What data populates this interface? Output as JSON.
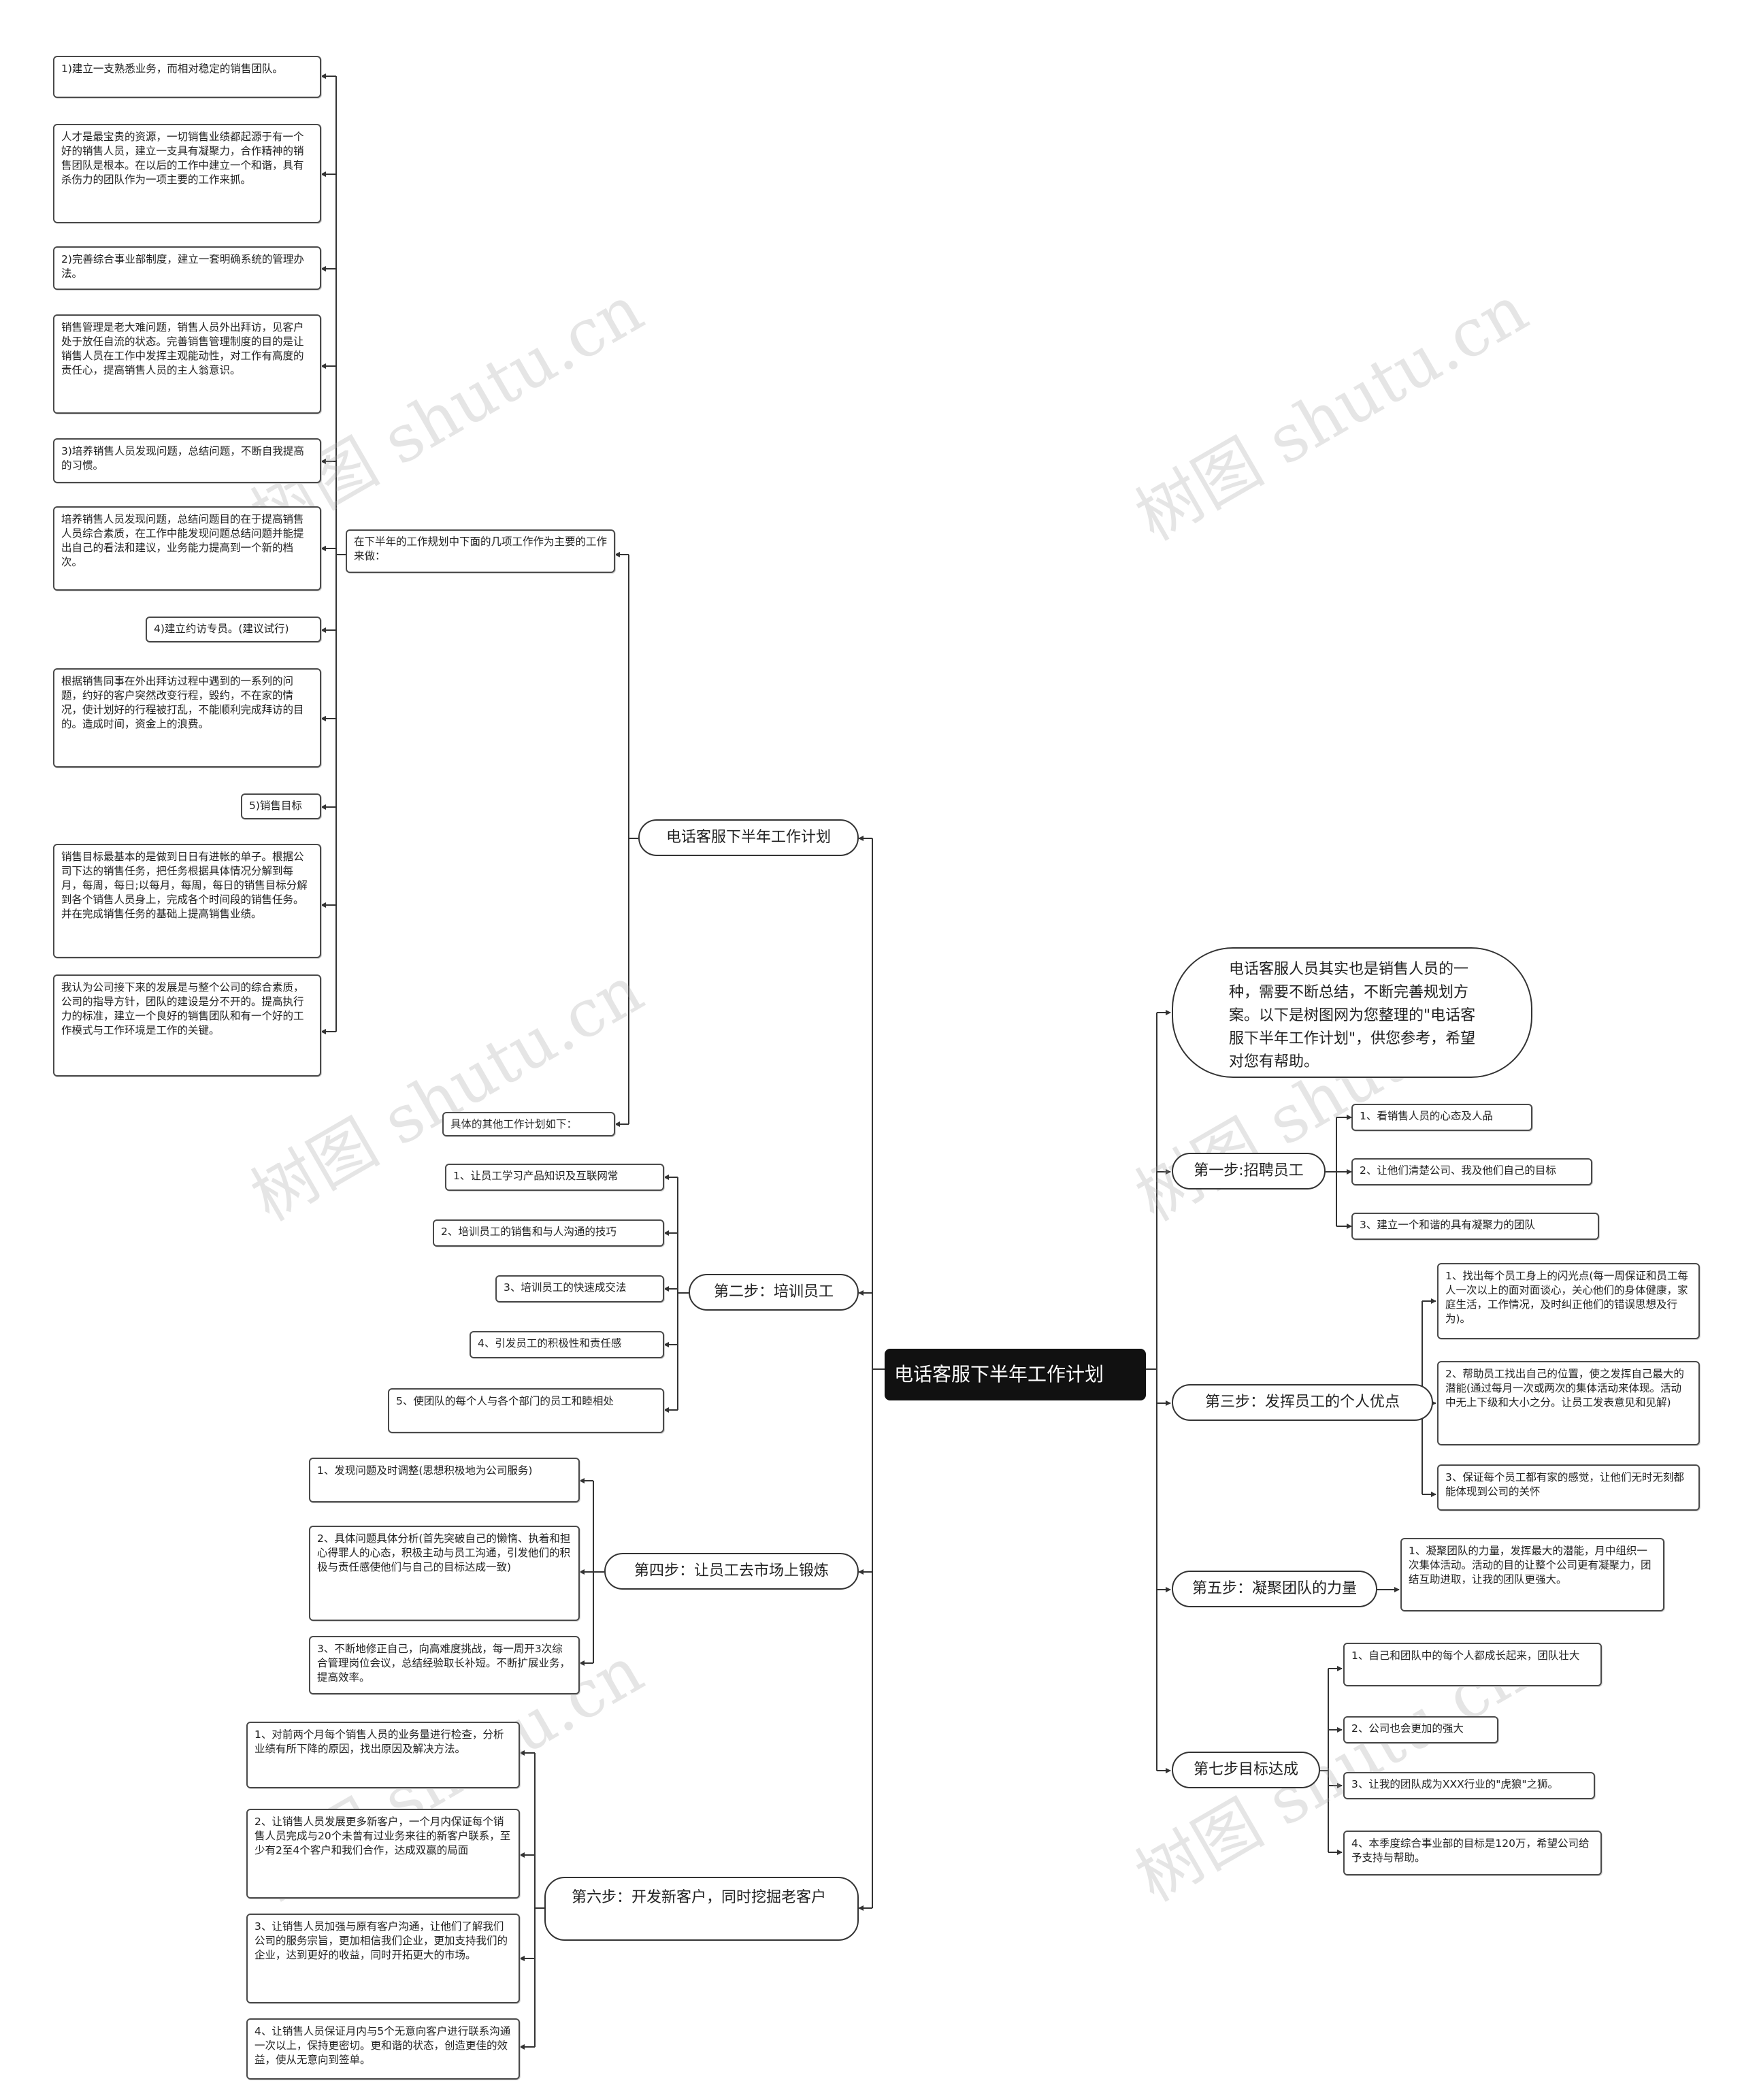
{
  "watermark": "树图 shutu.cn",
  "root": "电话客服下半年工作计划",
  "intro": "电话客服人员其实也是销售人员的一种，需要不断总结，不断完善规划方案。以下是树图网为您整理的\"电话客服下半年工作计划\"，供您参考，希望对您有帮助。",
  "plan": {
    "branch": "电话客服下半年工作计划",
    "sub1": "在下半年的工作规划中下面的几项工作作为主要的工作来做：",
    "sub2": "具体的其他工作计划如下：",
    "items": [
      "1)建立一支熟悉业务，而相对稳定的销售团队。",
      "人才是最宝贵的资源，一切销售业绩都起源于有一个好的销售人员，建立一支具有凝聚力，合作精神的销售团队是根本。在以后的工作中建立一个和谐，具有杀伤力的团队作为一项主要的工作来抓。",
      "2)完善综合事业部制度，建立一套明确系统的管理办法。",
      "销售管理是老大难问题，销售人员外出拜访，见客户处于放任自流的状态。完善销售管理制度的目的是让销售人员在工作中发挥主观能动性，对工作有高度的责任心，提高销售人员的主人翁意识。",
      "3)培养销售人员发现问题，总结问题，不断自我提高的习惯。",
      "培养销售人员发现问题，总结问题目的在于提高销售人员综合素质，在工作中能发现问题总结问题并能提出自己的看法和建议，业务能力提高到一个新的档次。",
      "4)建立约访专员。(建议试行)",
      "根据销售同事在外出拜访过程中遇到的一系列的问题，约好的客户突然改变行程，毁约，不在家的情况，使计划好的行程被打乱，不能顺利完成拜访的目的。造成时间，资金上的浪费。",
      "5)销售目标",
      "销售目标最基本的是做到日日有进帐的单子。根据公司下达的销售任务，把任务根据具体情况分解到每月，每周，每日;以每月，每周，每日的销售目标分解到各个销售人员身上，完成各个时间段的销售任务。并在完成销售任务的基础上提高销售业绩。",
      "我认为公司接下来的发展是与整个公司的综合素质，公司的指导方针，团队的建设是分不开的。提高执行力的标准，建立一个良好的销售团队和有一个好的工作模式与工作环境是工作的关键。"
    ]
  },
  "step2": {
    "branch": "第二步：培训员工",
    "items": [
      "1、让员工学习产品知识及互联网常",
      "2、培训员工的销售和与人沟通的技巧",
      "3、培训员工的快速成交法",
      "4、引发员工的积极性和责任感",
      "5、使团队的每个人与各个部门的员工和睦相处"
    ]
  },
  "step4": {
    "branch": "第四步：让员工去市场上锻炼",
    "items": [
      "1、发现问题及时调整(思想积极地为公司服务)",
      "2、具体问题具体分析(首先突破自己的懒惰、执着和担心得罪人的心态，积极主动与员工沟通，引发他们的积极与责任感使他们与自己的目标达成一致)",
      "3、不断地修正自己，向高难度挑战，每一周开3次综合管理岗位会议，总结经验取长补短。不断扩展业务，提高效率。"
    ]
  },
  "step6": {
    "branch": "第六步：开发新客户，同时挖掘老客户",
    "items": [
      "1、对前两个月每个销售人员的业务量进行检查，分析业绩有所下降的原因，找出原因及解决方法。",
      "2、让销售人员发展更多新客户，一个月内保证每个销售人员完成与20个未曾有过业务来往的新客户联系，至少有2至4个客户和我们合作，达成双赢的局面",
      "3、让销售人员加强与原有客户沟通，让他们了解我们公司的服务宗旨，更加相信我们企业，更加支持我们的企业，达到更好的收益，同时开拓更大的市场。",
      "4、让销售人员保证月内与5个无意向客户进行联系沟通一次以上，保持更密切。更和谐的状态，创造更佳的效益，使从无意向到签单。"
    ]
  },
  "step1": {
    "branch": "第一步:招聘员工",
    "items": [
      "1、看销售人员的心态及人品",
      "2、让他们清楚公司、我及他们自己的目标",
      "3、建立一个和谐的具有凝聚力的团队"
    ]
  },
  "step3": {
    "branch": "第三步：发挥员工的个人优点",
    "items": [
      "1、找出每个员工身上的闪光点(每一周保证和员工每人一次以上的面对面谈心，关心他们的身体健康，家庭生活，工作情况，及时纠正他们的错误思想及行为)。",
      "2、帮助员工找出自己的位置，使之发挥自己最大的潜能(通过每月一次或两次的集体活动来体现。活动中无上下级和大小之分。让员工发表意见和见解)",
      "3、保证每个员工都有家的感觉，让他们无时无刻都能体现到公司的关怀"
    ]
  },
  "step5": {
    "branch": "第五步：凝聚团队的力量",
    "items": [
      "1、凝聚团队的力量，发挥最大的潜能，月中组织一次集体活动。活动的目的让整个公司更有凝聚力，团结互助进取，让我的团队更强大。"
    ]
  },
  "step7": {
    "branch": "第七步目标达成",
    "items": [
      "1、自己和团队中的每个人都成长起来，团队壮大",
      "2、公司也会更加的强大",
      "3、让我的团队成为XXX行业的\"虎狼\"之狮。",
      "4、本季度综合事业部的目标是120万，希望公司给予支持与帮助。"
    ]
  }
}
